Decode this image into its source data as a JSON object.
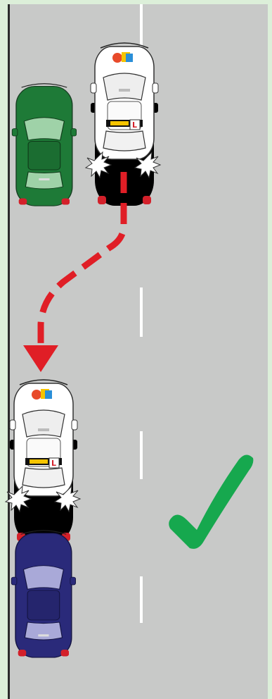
{
  "scene": {
    "frame_color": "#dcefd9",
    "kerb_color": "#2b2b2b",
    "road_color": "#c8c9c8",
    "center_line_color": "#ffffff",
    "path_color": "#e01e26",
    "check_color": "#16a84e"
  },
  "vehicles": [
    {
      "name": "learner-car-start",
      "role": "learner",
      "color": "#ffffff",
      "badge": "L"
    },
    {
      "name": "parked-green-car",
      "role": "parked",
      "color": "#1e7a37"
    },
    {
      "name": "learner-car-end",
      "role": "learner",
      "color": "#ffffff",
      "badge": "L"
    },
    {
      "name": "parked-blue-car",
      "role": "parked",
      "color": "#2a2a7a"
    }
  ],
  "indicators": {
    "check": "check-icon"
  }
}
